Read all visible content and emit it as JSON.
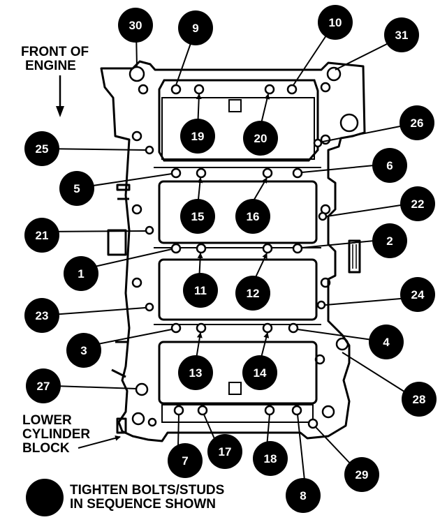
{
  "labels": {
    "front_line1": "FRONT OF",
    "front_line2": "ENGINE",
    "lower_line1": "LOWER",
    "lower_line2": "CYLINDER",
    "lower_line3": "BLOCK",
    "legend_line1": "TIGHTEN BOLTS/STUDS",
    "legend_line2": "IN SEQUENCE SHOWN"
  },
  "sequence": [
    "1",
    "2",
    "3",
    "4",
    "5",
    "6",
    "7",
    "8",
    "9",
    "10",
    "11",
    "12",
    "13",
    "14",
    "15",
    "16",
    "17",
    "18",
    "19",
    "20",
    "21",
    "22",
    "23",
    "24",
    "25",
    "26",
    "27",
    "28",
    "29",
    "30",
    "31"
  ]
}
